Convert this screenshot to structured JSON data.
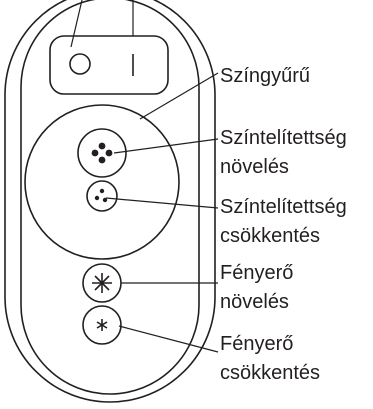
{
  "labels": {
    "color_ring": "Színgyűrű",
    "saturation_up_line1": "Színtelítettség",
    "saturation_up_line2": "növelés",
    "saturation_down_line1": "Színtelítettség",
    "saturation_down_line2": "csökkentés",
    "brightness_up_line1": "Fényerő",
    "brightness_up_line2": "növelés",
    "brightness_down_line1": "Fényerő",
    "brightness_down_line2": "csökkentés"
  },
  "icons": {
    "power_off": "circle-o-icon",
    "power_on": "bar-i-icon",
    "saturation_up": "four-dot-icon",
    "saturation_down": "three-dot-icon",
    "brightness_up": "large-asterisk-icon",
    "brightness_down": "small-asterisk-icon"
  },
  "colors": {
    "line": "#231f20",
    "background": "#ffffff"
  }
}
